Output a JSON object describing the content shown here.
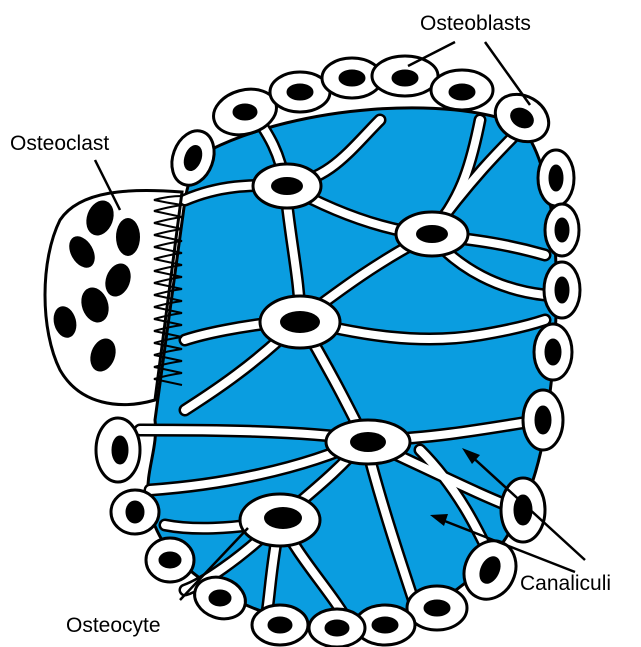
{
  "labels": {
    "osteoblasts": "Osteoblasts",
    "osteoclast": "Osteoclast",
    "osteocyte": "Osteocyte",
    "canaliculi": "Canaliculi"
  },
  "colors": {
    "matrix": "#0a9de0",
    "outline": "#000000",
    "cell_fill": "#ffffff",
    "nucleus": "#000000"
  }
}
